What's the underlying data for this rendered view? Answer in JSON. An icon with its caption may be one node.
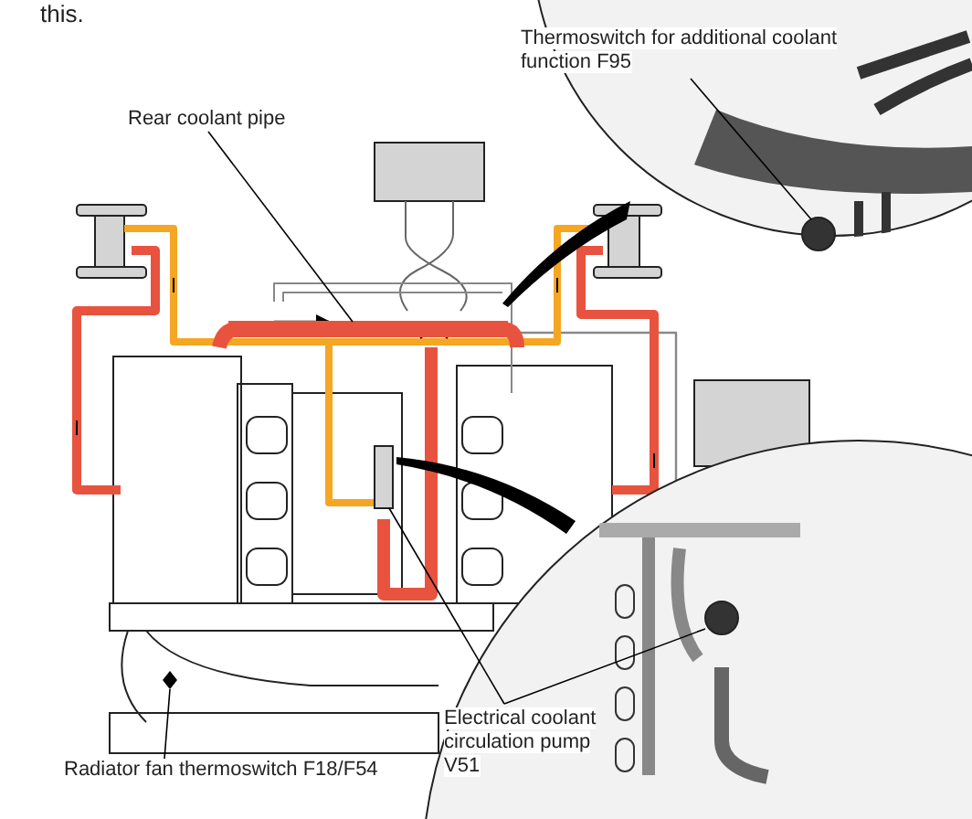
{
  "diagram": {
    "nodes": [
      {
        "text": [
          "Thermoswitch for additional coolant function F95"
        ]
      },
      {
        "text": [],
        "shape": "circle"
      },
      {
        "text": [
          "Rear coolant pipe"
        ]
      },
      {
        "text": [],
        "shape": "bar"
      },
      {
        "text": [
          "Radiator fan thermoswitch F18/F54"
        ]
      },
      {
        "text": [],
        "shape": "diamond"
      },
      {
        "text": [
          "Electrical coolant circulation pump V51"
        ]
      },
      {
        "text": [],
        "shape": "box"
      },
      {
        "text": [],
        "shape": "circle"
      }
    ],
    "edges": [
      {
        "from": 0,
        "to": 1,
        "arrow": "none"
      },
      {
        "from": 2,
        "to": 3,
        "arrow": "none"
      },
      {
        "from": 4,
        "to": 5,
        "arrow": "none"
      },
      {
        "from": 6,
        "to": 7,
        "arrow": "none"
      },
      {
        "from": 6,
        "to": 8,
        "arrow": "none"
      }
    ],
    "labels": [
      "this."
    ]
  }
}
